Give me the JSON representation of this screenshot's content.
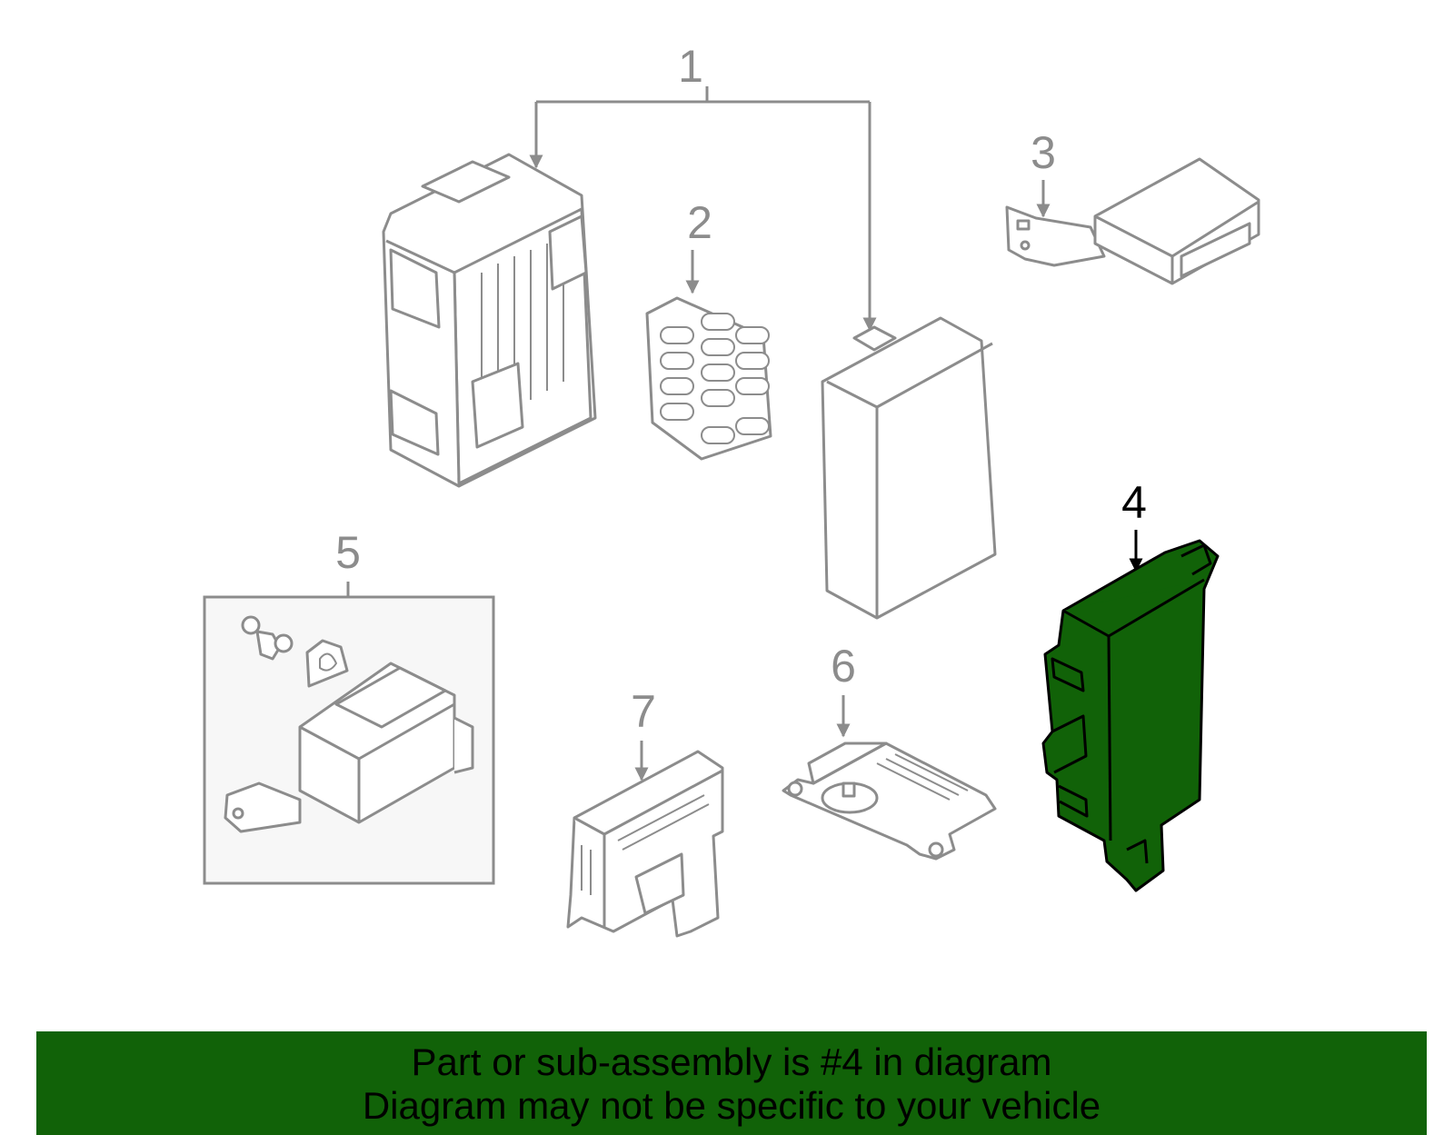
{
  "callouts": {
    "c1": "1",
    "c2": "2",
    "c3": "3",
    "c4": "4",
    "c5": "5",
    "c6": "6",
    "c7": "7"
  },
  "banner": {
    "line1": "Part or sub-assembly is #4 in diagram",
    "line2": "Diagram may not be specific to your vehicle"
  },
  "colors": {
    "highlight": "#116208",
    "line_gray": "#8c8c8c",
    "active_line": "#000000"
  }
}
